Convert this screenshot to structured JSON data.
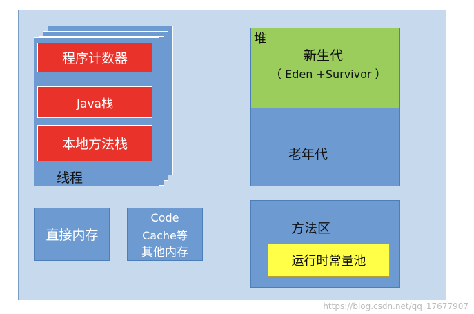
{
  "thread": {
    "items": [
      "程序计数器",
      "Java栈",
      "本地方法栈"
    ],
    "label": "线程"
  },
  "heap": {
    "label": "堆",
    "young_title": "新生代",
    "young_sub": "（ Eden +Survivor ）",
    "old": "老年代"
  },
  "direct_memory": "直接内存",
  "code_cache": {
    "line1": "Code",
    "line2": "Cache等",
    "line3": "其他内存"
  },
  "method_area": {
    "label": "方法区",
    "pool": "运行时常量池"
  },
  "watermark": "https://blog.csdn.net/qq_17677907"
}
